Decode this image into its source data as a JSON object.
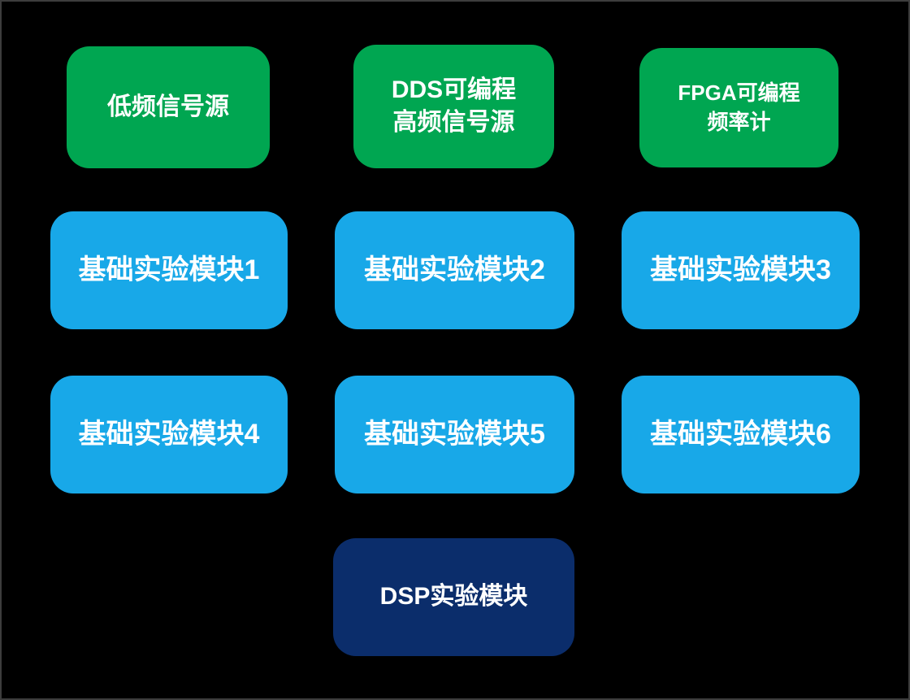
{
  "colors": {
    "background": "#000000",
    "green_block": "#00a651",
    "blue_block": "#18a8e8",
    "navy_block": "#0b2d6b",
    "text": "#ffffff"
  },
  "blocks": [
    {
      "id": "low-freq-signal-source",
      "label": "低频信号源",
      "type": "green"
    },
    {
      "id": "dds-programmable-hf-signal-source",
      "label": "DDS可编程\n高频信号源",
      "type": "green"
    },
    {
      "id": "fpga-programmable-frequency-counter",
      "label": "FPGA可编程\n频率计",
      "type": "green"
    },
    {
      "id": "basic-experiment-module-1",
      "label": "基础实验模块1",
      "type": "blue"
    },
    {
      "id": "basic-experiment-module-2",
      "label": "基础实验模块2",
      "type": "blue"
    },
    {
      "id": "basic-experiment-module-3",
      "label": "基础实验模块3",
      "type": "blue"
    },
    {
      "id": "basic-experiment-module-4",
      "label": "基础实验模块4",
      "type": "blue"
    },
    {
      "id": "basic-experiment-module-5",
      "label": "基础实验模块5",
      "type": "blue"
    },
    {
      "id": "basic-experiment-module-6",
      "label": "基础实验模块6",
      "type": "blue"
    },
    {
      "id": "dsp-experiment-module",
      "label": "DSP实验模块",
      "type": "navy"
    }
  ]
}
